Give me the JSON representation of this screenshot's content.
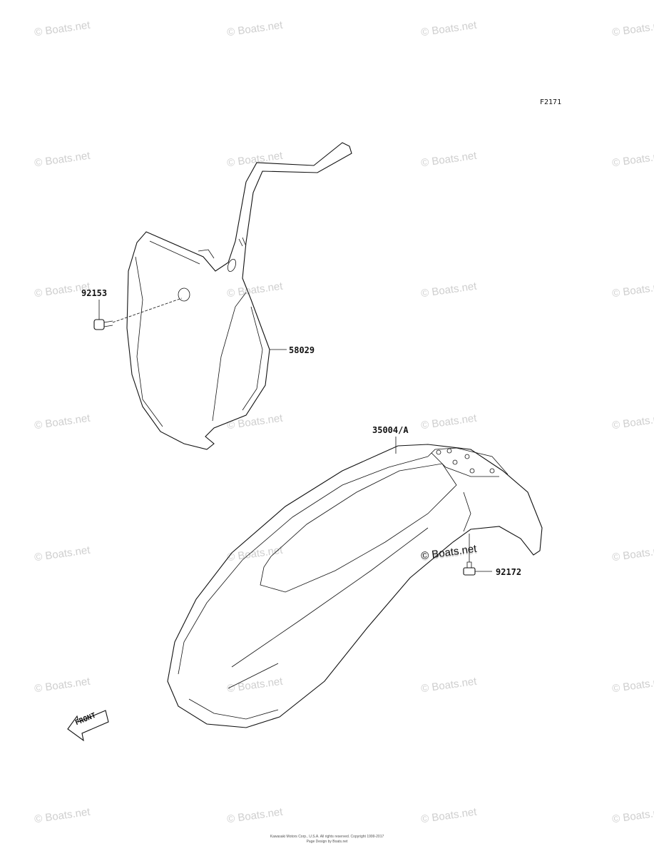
{
  "figure_id": "F2171",
  "watermark": "© Boats.net",
  "parts": {
    "bolt_plate": "92153",
    "number_plate": "58029",
    "front_fender": "35004/A",
    "bolt_fender": "92172"
  },
  "direction_marker": "FRONT",
  "footer": {
    "line1": "Kawasaki Motors Corp., U.S.A. All rights reserved. Copyright 1999-2017",
    "line2": "Page Design by Boats.net"
  }
}
